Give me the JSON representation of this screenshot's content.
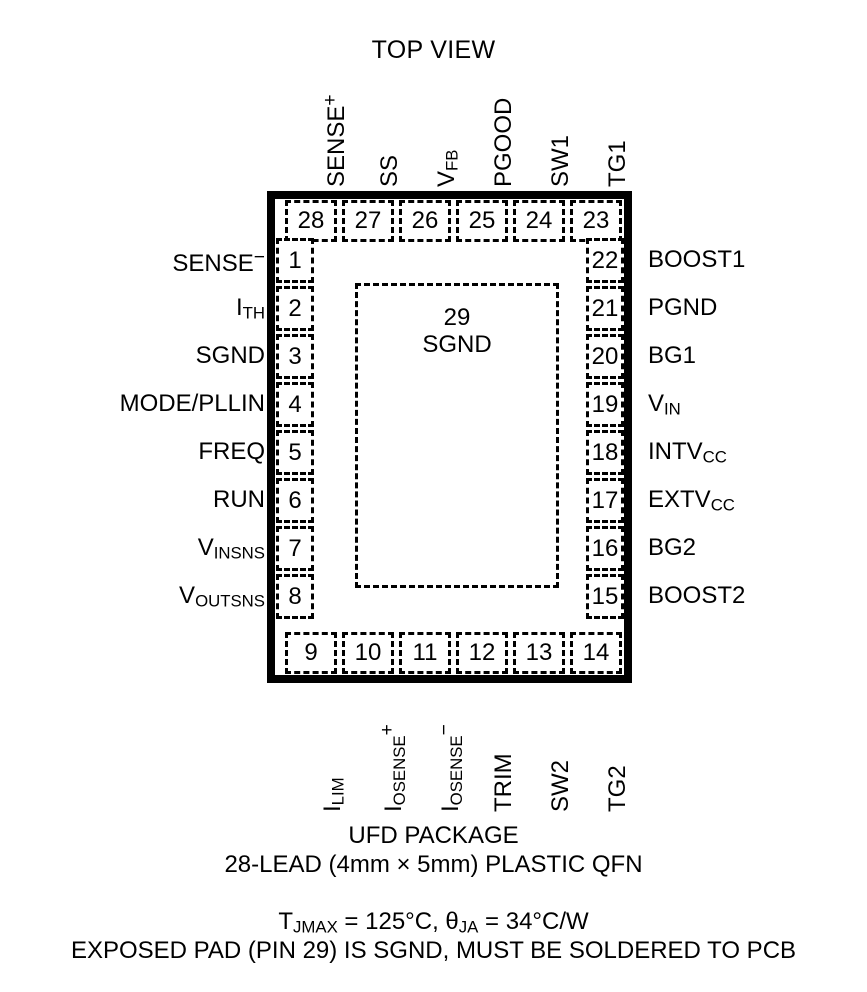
{
  "title": "TOP VIEW",
  "package": {
    "exposed_pad": {
      "pin": "29",
      "name": "SGND"
    }
  },
  "pins": {
    "top": [
      {
        "number": "28",
        "label": "SENSE+",
        "label_html": "SENSE<sup>+</sup>"
      },
      {
        "number": "27",
        "label": "SS",
        "label_html": "SS"
      },
      {
        "number": "26",
        "label": "VFB",
        "label_html": "V<sub>FB</sub>"
      },
      {
        "number": "25",
        "label": "PGOOD",
        "label_html": "PGOOD"
      },
      {
        "number": "24",
        "label": "SW1",
        "label_html": "SW1"
      },
      {
        "number": "23",
        "label": "TG1",
        "label_html": "TG1"
      }
    ],
    "left": [
      {
        "number": "1",
        "label": "SENSE-",
        "label_html": "SENSE<sup>&#8722;</sup>"
      },
      {
        "number": "2",
        "label": "ITH",
        "label_html": "I<sub>TH</sub>"
      },
      {
        "number": "3",
        "label": "SGND",
        "label_html": "SGND"
      },
      {
        "number": "4",
        "label": "MODE/PLLIN",
        "label_html": "MODE/PLLIN"
      },
      {
        "number": "5",
        "label": "FREQ",
        "label_html": "FREQ"
      },
      {
        "number": "6",
        "label": "RUN",
        "label_html": "RUN"
      },
      {
        "number": "7",
        "label": "VINSNS",
        "label_html": "V<sub>INSNS</sub>"
      },
      {
        "number": "8",
        "label": "VOUTSNS",
        "label_html": "V<sub>OUTSNS</sub>"
      }
    ],
    "bottom": [
      {
        "number": "9",
        "label": "ILIM",
        "label_html": "I<sub>LIM</sub>"
      },
      {
        "number": "10",
        "label": "IOSENSE+",
        "label_html": "I<sub>OSENSE</sub><sup>+</sup>"
      },
      {
        "number": "11",
        "label": "IOSENSE-",
        "label_html": "I<sub>OSENSE</sub><sup>&#8722;</sup>"
      },
      {
        "number": "12",
        "label": "TRIM",
        "label_html": "TRIM"
      },
      {
        "number": "13",
        "label": "SW2",
        "label_html": "SW2"
      },
      {
        "number": "14",
        "label": "TG2",
        "label_html": "TG2"
      }
    ],
    "right": [
      {
        "number": "22",
        "label": "BOOST1",
        "label_html": "BOOST1"
      },
      {
        "number": "21",
        "label": "PGND",
        "label_html": "PGND"
      },
      {
        "number": "20",
        "label": "BG1",
        "label_html": "BG1"
      },
      {
        "number": "19",
        "label": "VIN",
        "label_html": "V<sub>IN</sub>"
      },
      {
        "number": "18",
        "label": "INTVCC",
        "label_html": "INTV<sub>CC</sub>"
      },
      {
        "number": "17",
        "label": "EXTVCC",
        "label_html": "EXTV<sub>CC</sub>"
      },
      {
        "number": "16",
        "label": "BG2",
        "label_html": "BG2"
      },
      {
        "number": "15",
        "label": "BOOST2",
        "label_html": "BOOST2"
      }
    ]
  },
  "caption": {
    "package_name": "UFD PACKAGE",
    "lead_line": "28-LEAD (4mm × 5mm) PLASTIC QFN",
    "thermal_html": "T<sub>JMAX</sub> = 125°C, θ<sub>JA</sub> = 34°C/W",
    "thermal_text": "TJMAX = 125°C, θJA = 34°C/W",
    "pad_note": "EXPOSED PAD (PIN 29) IS SGND, MUST BE SOLDERED TO PCB"
  },
  "colors": {
    "ink": "#000000",
    "background": "#ffffff"
  }
}
